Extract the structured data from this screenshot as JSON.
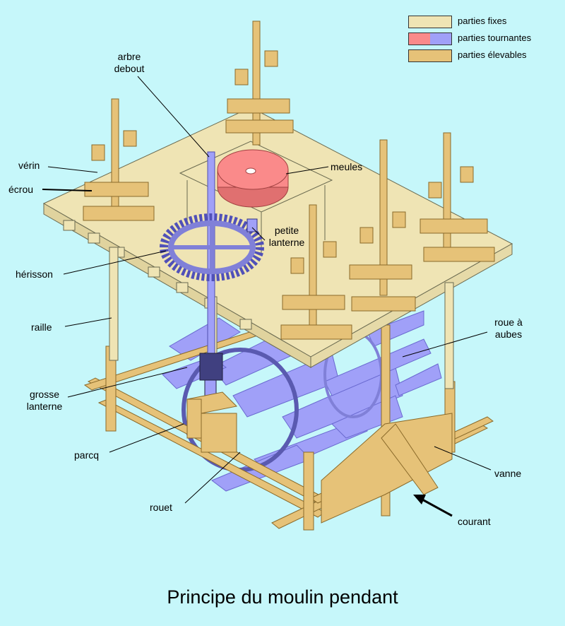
{
  "legend": [
    {
      "label": "parties fixes",
      "colors": [
        "#efe4b4"
      ]
    },
    {
      "label": "parties tournantes",
      "colors": [
        "#fa8a8a",
        "#a0a0f8"
      ]
    },
    {
      "label": "parties élevables",
      "colors": [
        "#e6c278"
      ]
    }
  ],
  "labels": {
    "arbre": "arbre",
    "debout": "debout",
    "verin": "vérin",
    "ecrou": "écrou",
    "herisson": "hérisson",
    "raille": "raille",
    "grosse": "grosse",
    "lanterne": "lanterne",
    "parcq": "parcq",
    "rouet": "rouet",
    "meules": "meules",
    "petite": "petite",
    "lanterne2": "lanterne",
    "roue_a": "roue à",
    "aubes": "aubes",
    "vanne": "vanne",
    "courant": "courant"
  },
  "caption": "Principe du moulin pendant",
  "colors": {
    "background": "#c6f7fa",
    "fixed": "#efe4b4",
    "rotating_red": "#fa8a8a",
    "rotating_blue": "#a0a0f8",
    "raisable": "#e6c278"
  }
}
